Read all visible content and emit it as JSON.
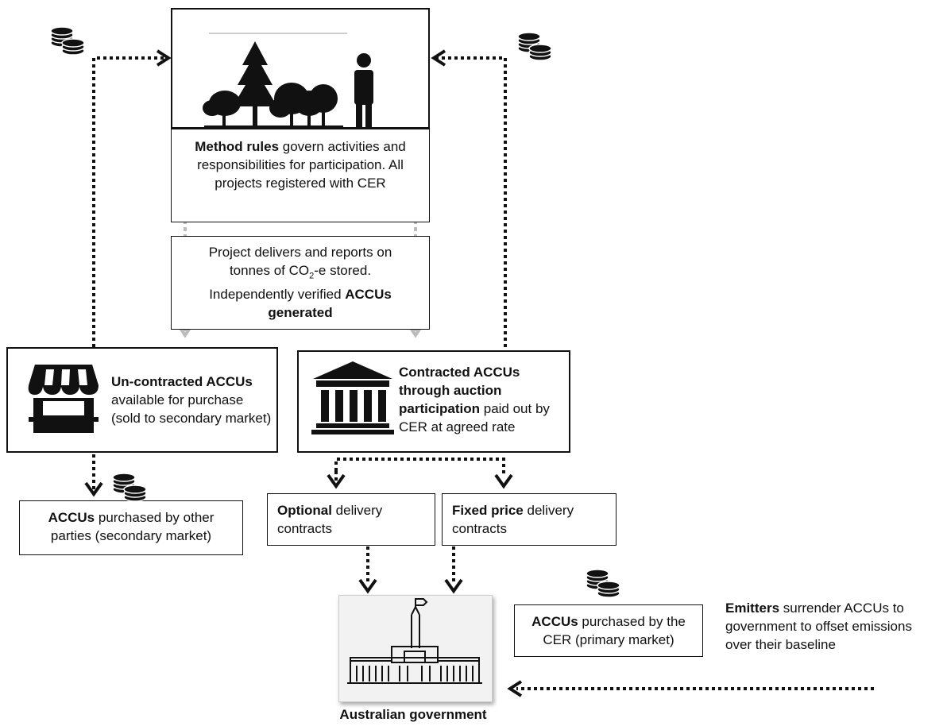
{
  "method_box": {
    "bold": "Method rules",
    "rest": " govern activities and responsibilities for participation. All projects registered with CER"
  },
  "delivery_box": {
    "line1": "Project delivers and reports on",
    "line2_pre": "tonnes of CO",
    "line2_sub": "2",
    "line2_post": "-e stored.",
    "line3": "Independently verified ",
    "bold": "ACCUs generated"
  },
  "uncontracted_box": {
    "bold": "Un-contracted ACCUs",
    "rest": "available for purchase (sold to secondary market)"
  },
  "contracted_box": {
    "bold": "Contracted ACCUs through auction participation",
    "rest": " paid out by CER at agreed rate"
  },
  "secondary_box": {
    "bold": "ACCUs",
    "rest": " purchased by other parties (secondary market)"
  },
  "optional_box": {
    "bold": "Optional",
    "rest": " delivery contracts"
  },
  "fixed_box": {
    "bold": "Fixed price",
    "rest": " delivery contracts"
  },
  "primary_box": {
    "bold": "ACCUs",
    "rest": " purchased by the CER (primary market)"
  },
  "emitters": {
    "bold": "Emitters",
    "rest": " surrender ACCUs to government to offset emissions over their baseline"
  },
  "government_label": "Australian government"
}
